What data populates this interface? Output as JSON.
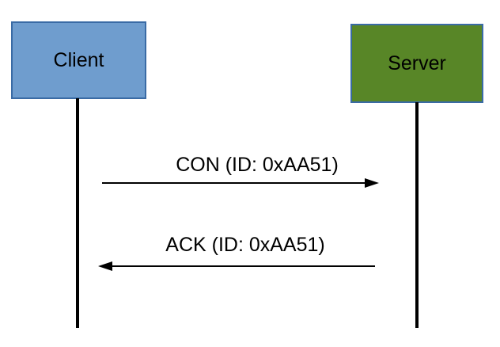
{
  "diagram": {
    "type": "sequence-diagram",
    "actors": [
      {
        "name": "Client",
        "fill": "#6f9dce",
        "border": "#3a6ba5"
      },
      {
        "name": "Server",
        "fill": "#588627",
        "border": "#3a6ba5"
      }
    ],
    "messages": [
      {
        "label": "CON (ID: 0xAA51)",
        "from": "Client",
        "to": "Server",
        "direction": "right"
      },
      {
        "label": "ACK (ID: 0xAA51)",
        "from": "Server",
        "to": "Client",
        "direction": "left"
      }
    ],
    "colors": {
      "background": "#ffffff",
      "lifeline": "#000000",
      "arrow": "#000000",
      "text": "#000000"
    }
  }
}
